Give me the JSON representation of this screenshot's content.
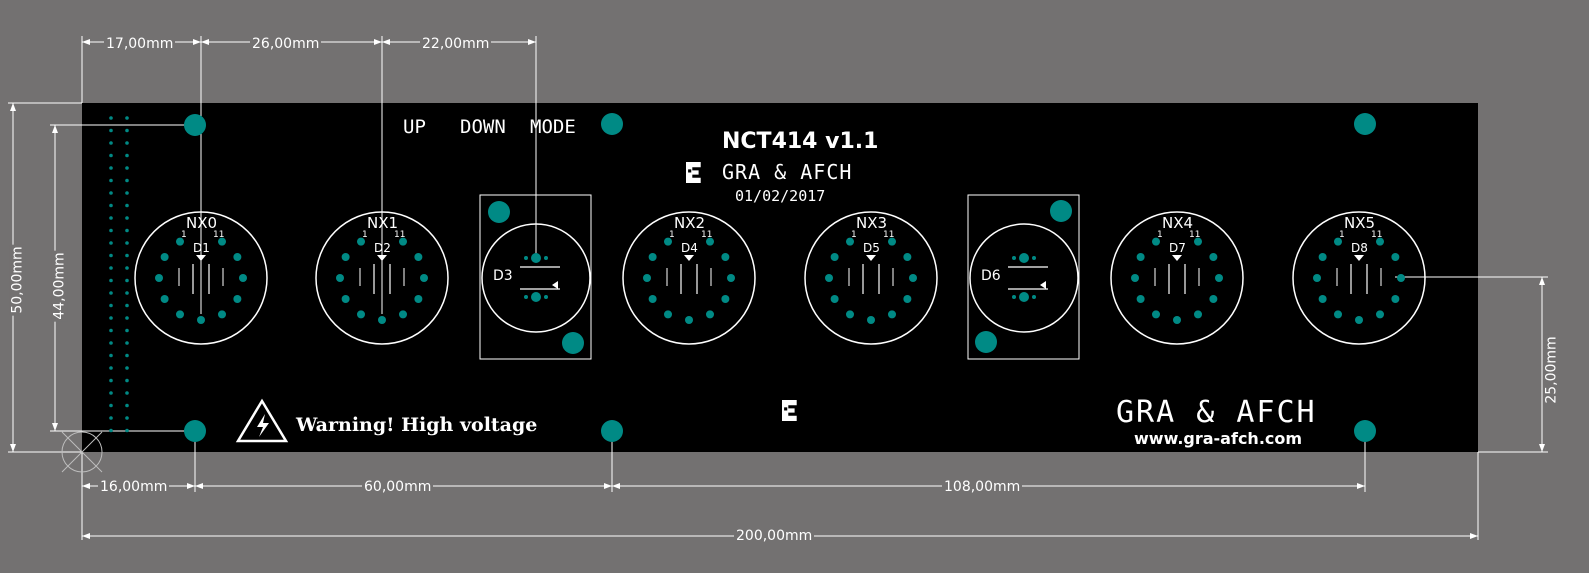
{
  "colors": {
    "background": "#737171",
    "board": "#000000",
    "pad": "#008a85",
    "silk": "#ffffff"
  },
  "board": {
    "title": "NCT414 v1.1",
    "brand_small": "GRA & AFCH",
    "date": "01/02/2017",
    "buttons": [
      "UP",
      "DOWN",
      "MODE"
    ],
    "warning": "Warning! High voltage",
    "brand_large": "GRA & AFCH",
    "website": "www.gra-afch.com",
    "logo_icon": "afch-logo-icon",
    "warning_icon": "high-voltage-icon"
  },
  "tubes": [
    {
      "name": "NX0",
      "diode": "D1"
    },
    {
      "name": "NX1",
      "diode": "D2"
    },
    {
      "name": "NX2",
      "diode": "D4"
    },
    {
      "name": "NX3",
      "diode": "D5"
    },
    {
      "name": "NX4",
      "diode": "D7"
    },
    {
      "name": "NX5",
      "diode": "D8"
    }
  ],
  "pin_labels": {
    "first": "1",
    "last": "11"
  },
  "separators": [
    {
      "diode": "D3"
    },
    {
      "diode": "D6"
    }
  ],
  "dimensions": {
    "top": [
      "17,00mm",
      "26,00mm",
      "22,00mm"
    ],
    "left_outer": "50,00mm",
    "left_inner": "44,00mm",
    "right": "25,00mm",
    "bottom_row": [
      "16,00mm",
      "60,00mm",
      "108,00mm"
    ],
    "overall": "200,00mm"
  }
}
